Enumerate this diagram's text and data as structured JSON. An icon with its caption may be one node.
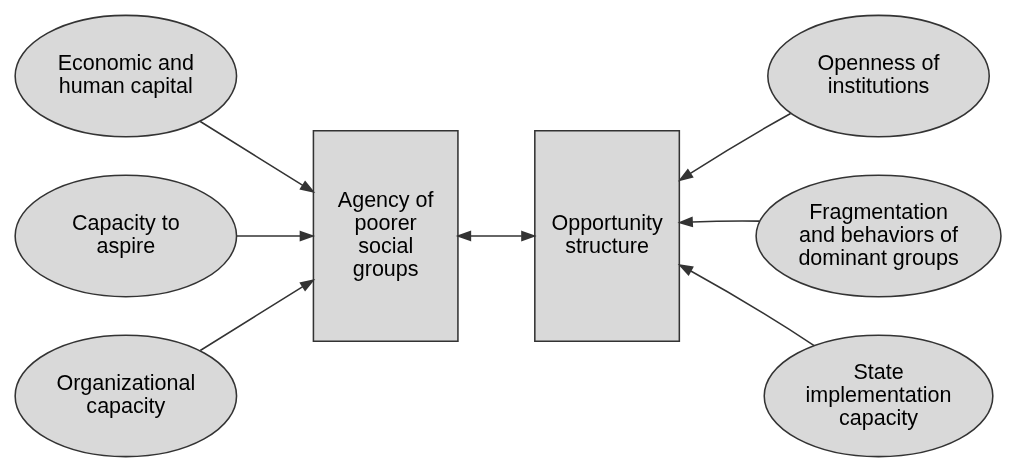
{
  "diagram": {
    "nodes": [
      {
        "text": [
          "Economic and human capital"
        ]
      },
      {
        "text": [
          "Capacity to aspire"
        ]
      },
      {
        "text": [
          "Organizational capacity"
        ]
      },
      {
        "text": [
          "Agency of poorer social groups"
        ]
      },
      {
        "text": [
          "Opportunity structure"
        ]
      },
      {
        "text": [
          "Openness of institutions"
        ]
      },
      {
        "text": [
          "Fragmentation and behaviors of dominant groups"
        ]
      },
      {
        "text": [
          "State implementation capacity"
        ]
      }
    ],
    "edges": [
      {
        "from": 0,
        "to": 3,
        "arrow": "to"
      },
      {
        "from": 1,
        "to": 3,
        "arrow": "to"
      },
      {
        "from": 2,
        "to": 3,
        "arrow": "to"
      },
      {
        "from": 3,
        "to": 4,
        "arrow": "both"
      },
      {
        "from": 5,
        "to": 4,
        "arrow": "to"
      },
      {
        "from": 6,
        "to": 4,
        "arrow": "to"
      },
      {
        "from": 7,
        "to": 4,
        "arrow": "to"
      }
    ]
  }
}
